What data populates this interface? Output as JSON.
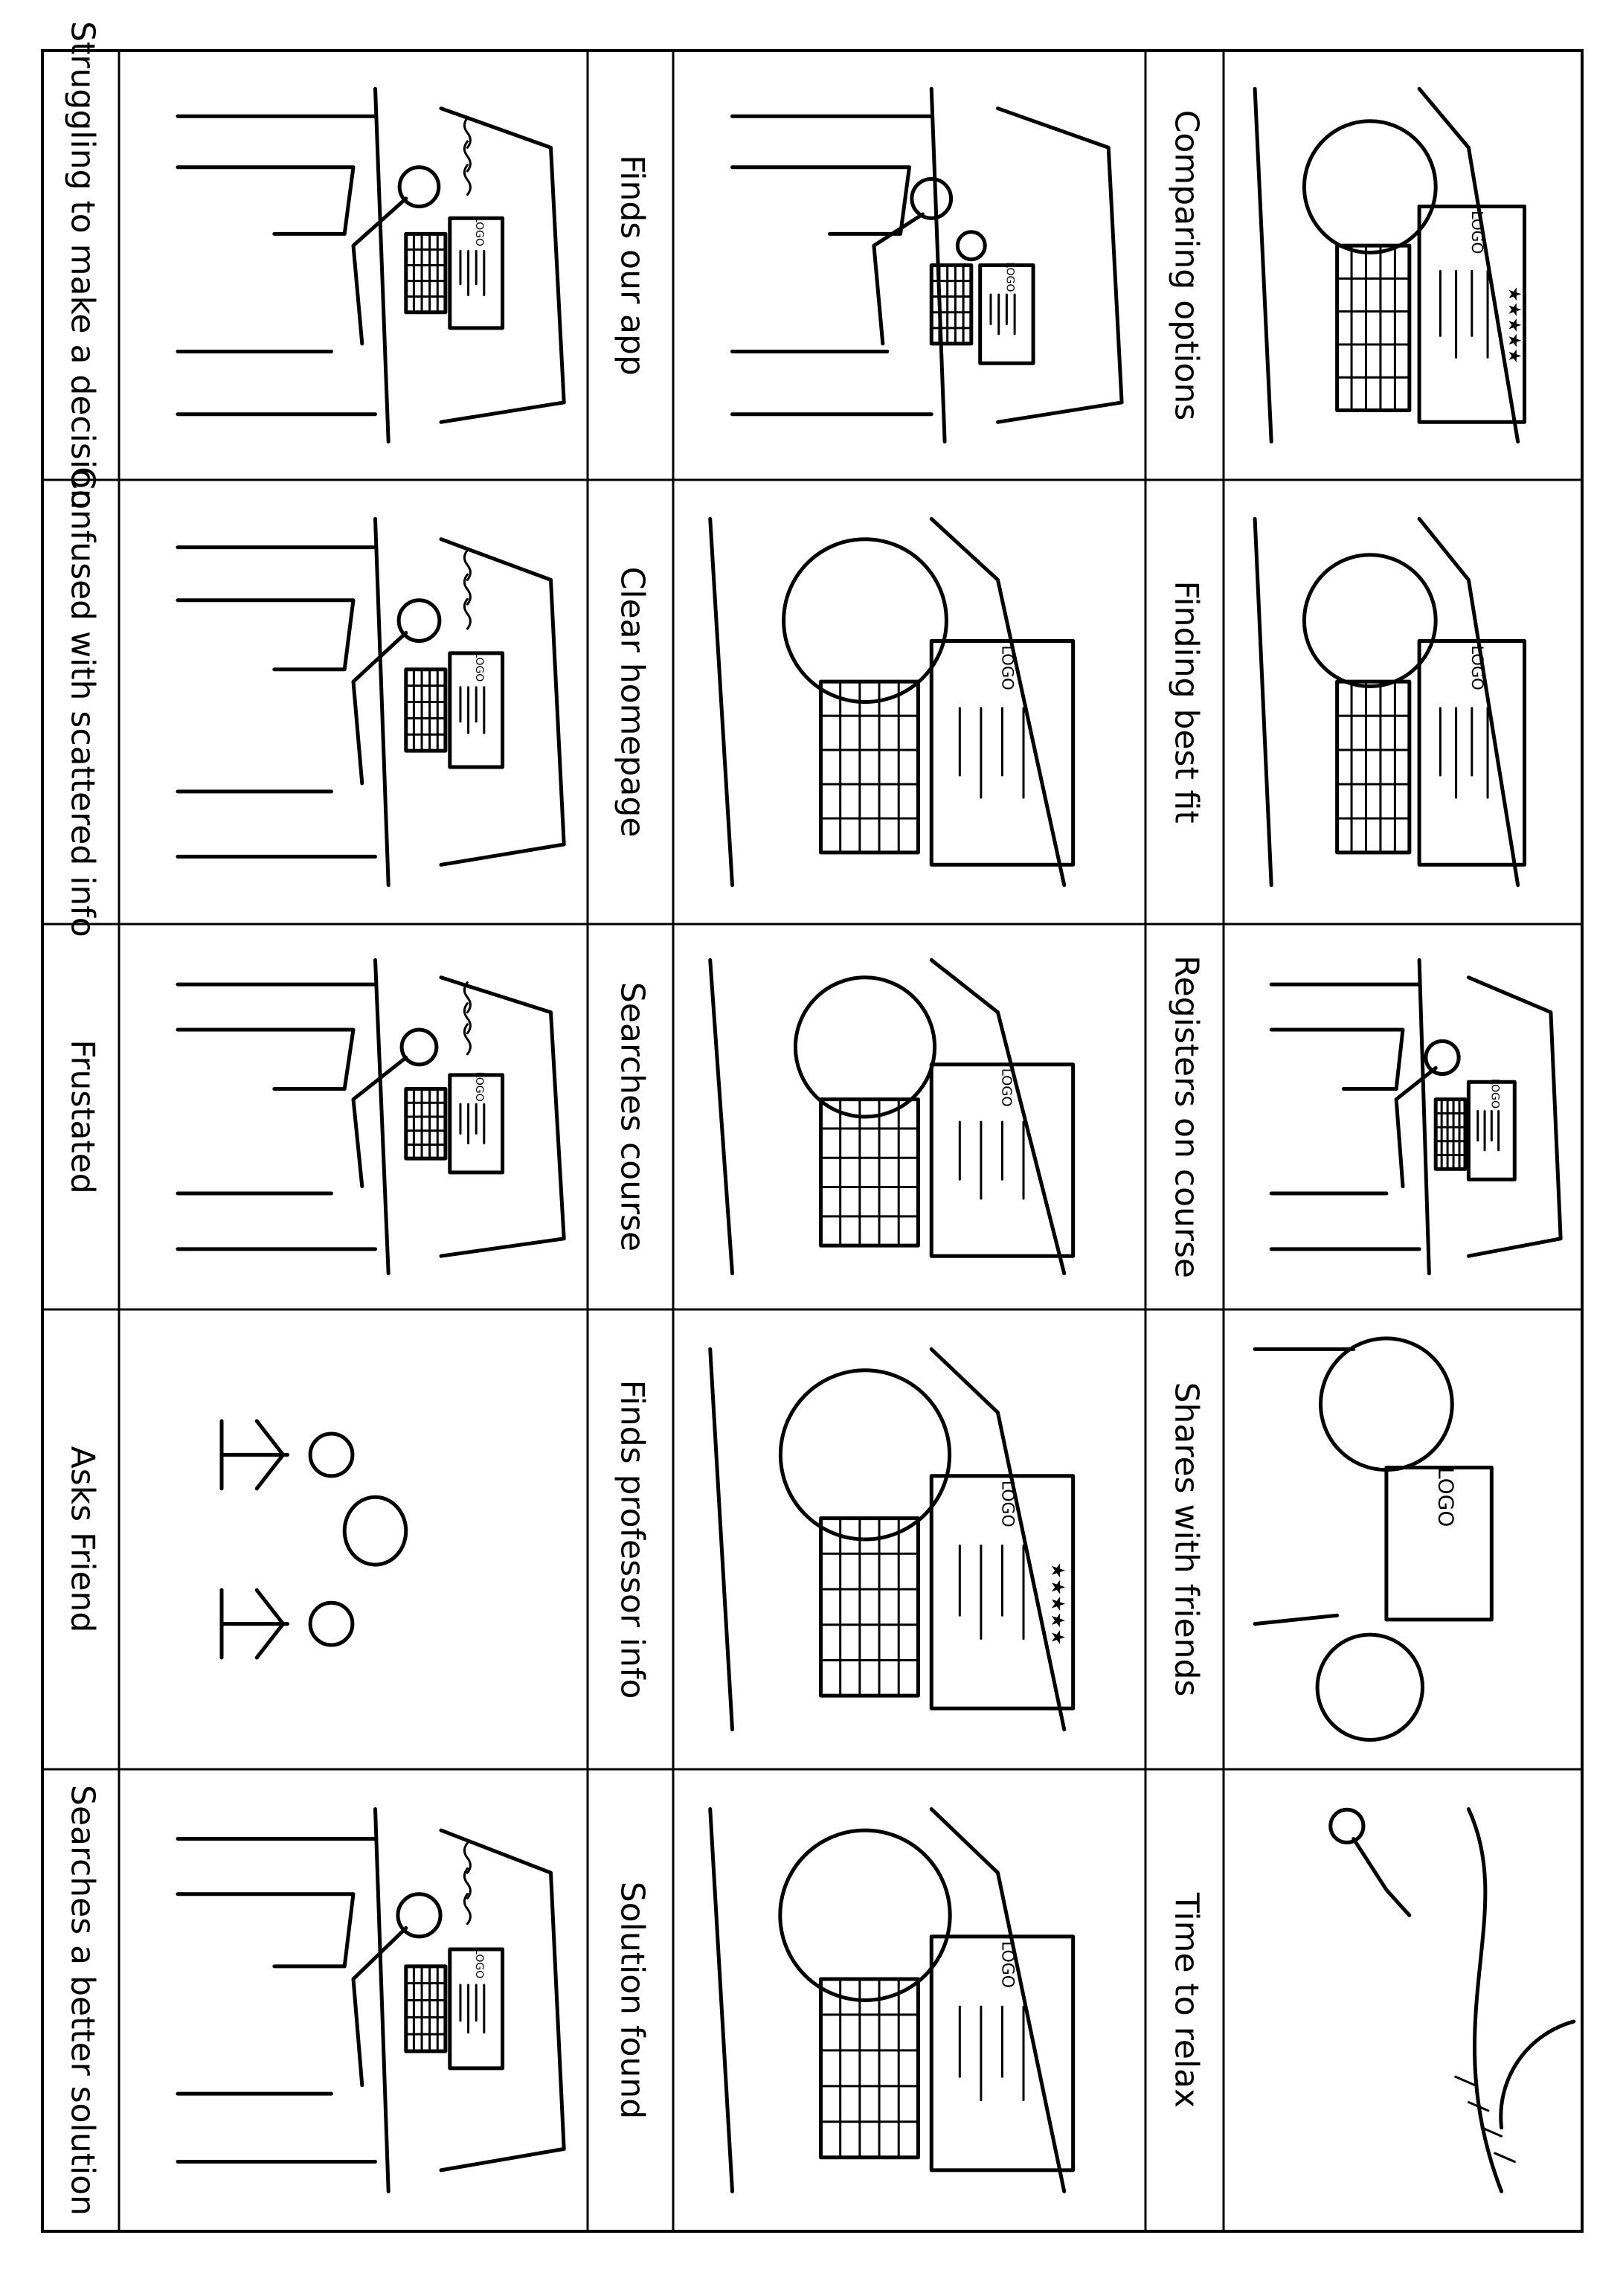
{
  "storyboard": {
    "rows": [
      {
        "panels": [
          {
            "caption": "Struggling to make a decision",
            "scene": "person-at-desk-laptop-stressed"
          },
          {
            "caption": "Confused with scattered info",
            "scene": "person-at-desk-laptop-stressed"
          },
          {
            "caption": "Frustated",
            "scene": "person-at-desk-laptop-stressed"
          },
          {
            "caption": "Asks Friend",
            "scene": "two-people-talking"
          },
          {
            "caption": "Searches a better solution",
            "scene": "person-at-desk-laptop-stressed"
          }
        ]
      },
      {
        "panels": [
          {
            "caption": "Finds our app",
            "scene": "person-at-desk-idea"
          },
          {
            "caption": "Clear homepage",
            "scene": "closeup-laptop-website"
          },
          {
            "caption": "Searches course",
            "scene": "closeup-laptop-website"
          },
          {
            "caption": "Finds professor info",
            "scene": "closeup-laptop-ratings"
          },
          {
            "caption": "Solution found",
            "scene": "closeup-laptop-website"
          }
        ]
      },
      {
        "panels": [
          {
            "caption": "Comparing options",
            "scene": "closeup-laptop-ratings"
          },
          {
            "caption": "Finding best fit",
            "scene": "closeup-laptop-website"
          },
          {
            "caption": "Registers on course",
            "scene": "person-at-desk-laptop"
          },
          {
            "caption": "Shares with friends",
            "scene": "two-people-sharing-phone"
          },
          {
            "caption": "Time to relax",
            "scene": "person-relaxing-sun"
          }
        ]
      }
    ],
    "screen_text": {
      "logo": "LOGO",
      "ratings": "★★★★★"
    }
  }
}
